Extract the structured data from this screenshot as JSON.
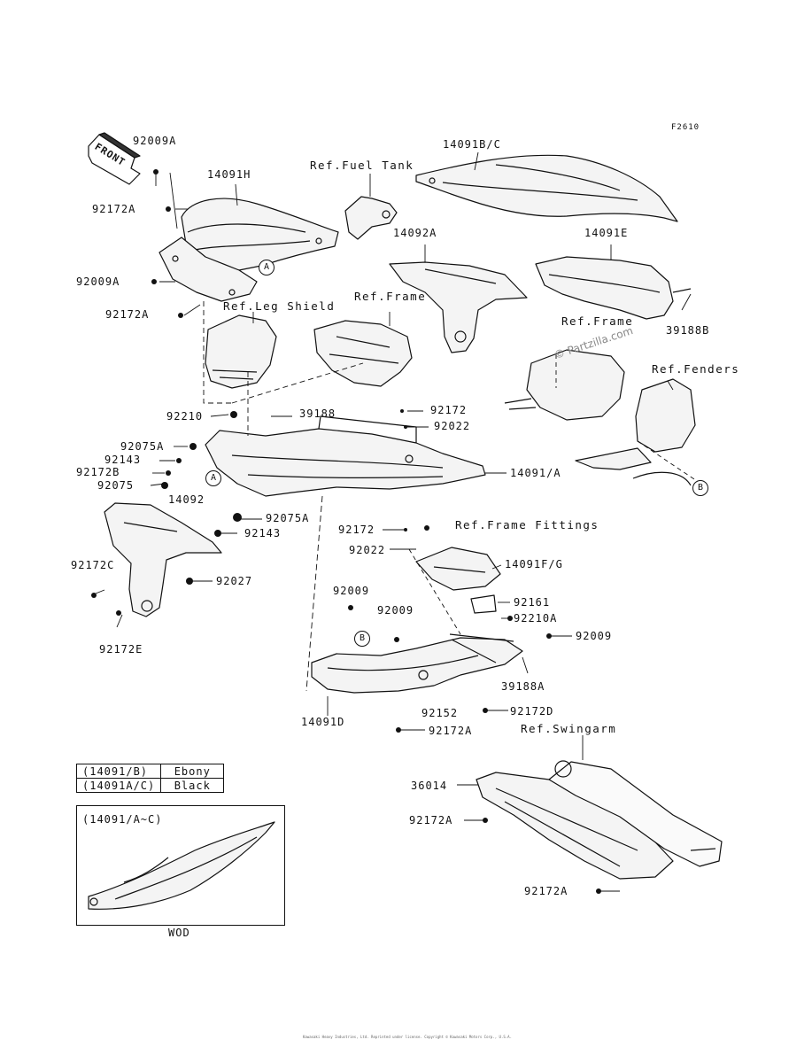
{
  "diagram_code": "F2610",
  "front_label": "FRONT",
  "watermark": "© Partzilla.com",
  "part_labels": {
    "p92009A_top": "92009A",
    "p14091H": "14091H",
    "p92172A_top": "92172A",
    "p92009A_mid": "92009A",
    "p92172A_mid": "92172A",
    "p14091BC": "14091B/C",
    "p14092A": "14092A",
    "p14091E": "14091E",
    "p39188B": "39188B",
    "p92210": "92210",
    "p39188": "39188",
    "p92172_upper": "92172",
    "p92022_upper": "92022",
    "p92075A": "92075A",
    "p92143": "92143",
    "p92172B": "92172B",
    "p92075": "92075",
    "p14091A": "14091/A",
    "p14092": "14092",
    "p92075A_b": "92075A",
    "p92143_b": "92143",
    "p92172C": "92172C",
    "p92027": "92027",
    "p92172E": "92172E",
    "p92172_lower": "92172",
    "p92022_lower": "92022",
    "p14091FG": "14091F/G",
    "p92009_a": "92009",
    "p92009_b": "92009",
    "p92161": "92161",
    "p92210A": "92210A",
    "p92009_c": "92009",
    "p39188A": "39188A",
    "p14091D": "14091D",
    "p92152": "92152",
    "p92172D": "92172D",
    "p92172A_bottom": "92172A",
    "p36014": "36014",
    "p92172A_sw1": "92172A",
    "p92172A_sw2": "92172A"
  },
  "references": {
    "fuel_tank": "Ref.Fuel Tank",
    "leg_shield": "Ref.Leg Shield",
    "frame": "Ref.Frame",
    "frame_2": "Ref.Frame",
    "fenders": "Ref.Fenders",
    "frame_fittings": "Ref.Frame Fittings",
    "swingarm": "Ref.Swingarm"
  },
  "callouts": {
    "a1": "A",
    "a2": "A",
    "b1": "B",
    "b2": "B"
  },
  "color_table": [
    {
      "part": "(14091/B)",
      "color": "Ebony"
    },
    {
      "part": "(14091A/C)",
      "color": "Black"
    }
  ],
  "wod_box": {
    "title": "(14091/A~C)",
    "caption": "WOD"
  },
  "footer": "Kawasaki Heavy Industries, Ltd. Reprinted under license. Copyright © Kawasaki Motors Corp., U.S.A."
}
